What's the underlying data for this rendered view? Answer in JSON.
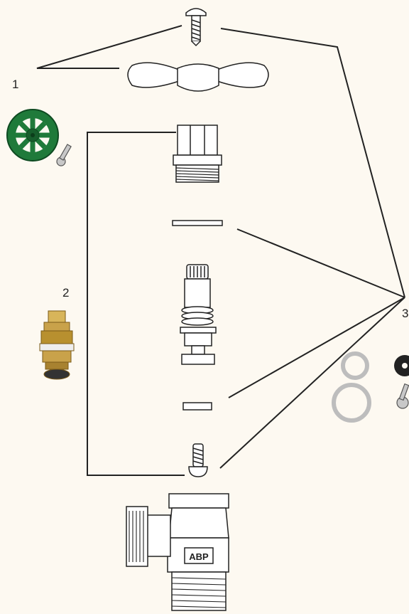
{
  "callouts": [
    {
      "id": "1",
      "text": "1"
    },
    {
      "id": "2",
      "text": "2"
    },
    {
      "id": "3",
      "text": "3"
    }
  ],
  "body_stamp": "ABP",
  "colors": {
    "background": "#fdf9f1",
    "line": "#222222",
    "handwheel_green": "#1f7a3a",
    "brass": "#c9a24a",
    "washer_gray": "#bdbdbd"
  },
  "icons": [
    "screw-icon",
    "tee-handle-icon",
    "handwheel-icon",
    "bonnet-nut-icon",
    "washer-icon",
    "stem-icon",
    "seat-washer-icon",
    "cartridge-icon",
    "valve-body-icon",
    "o-ring-icon",
    "rubber-washer-icon"
  ]
}
